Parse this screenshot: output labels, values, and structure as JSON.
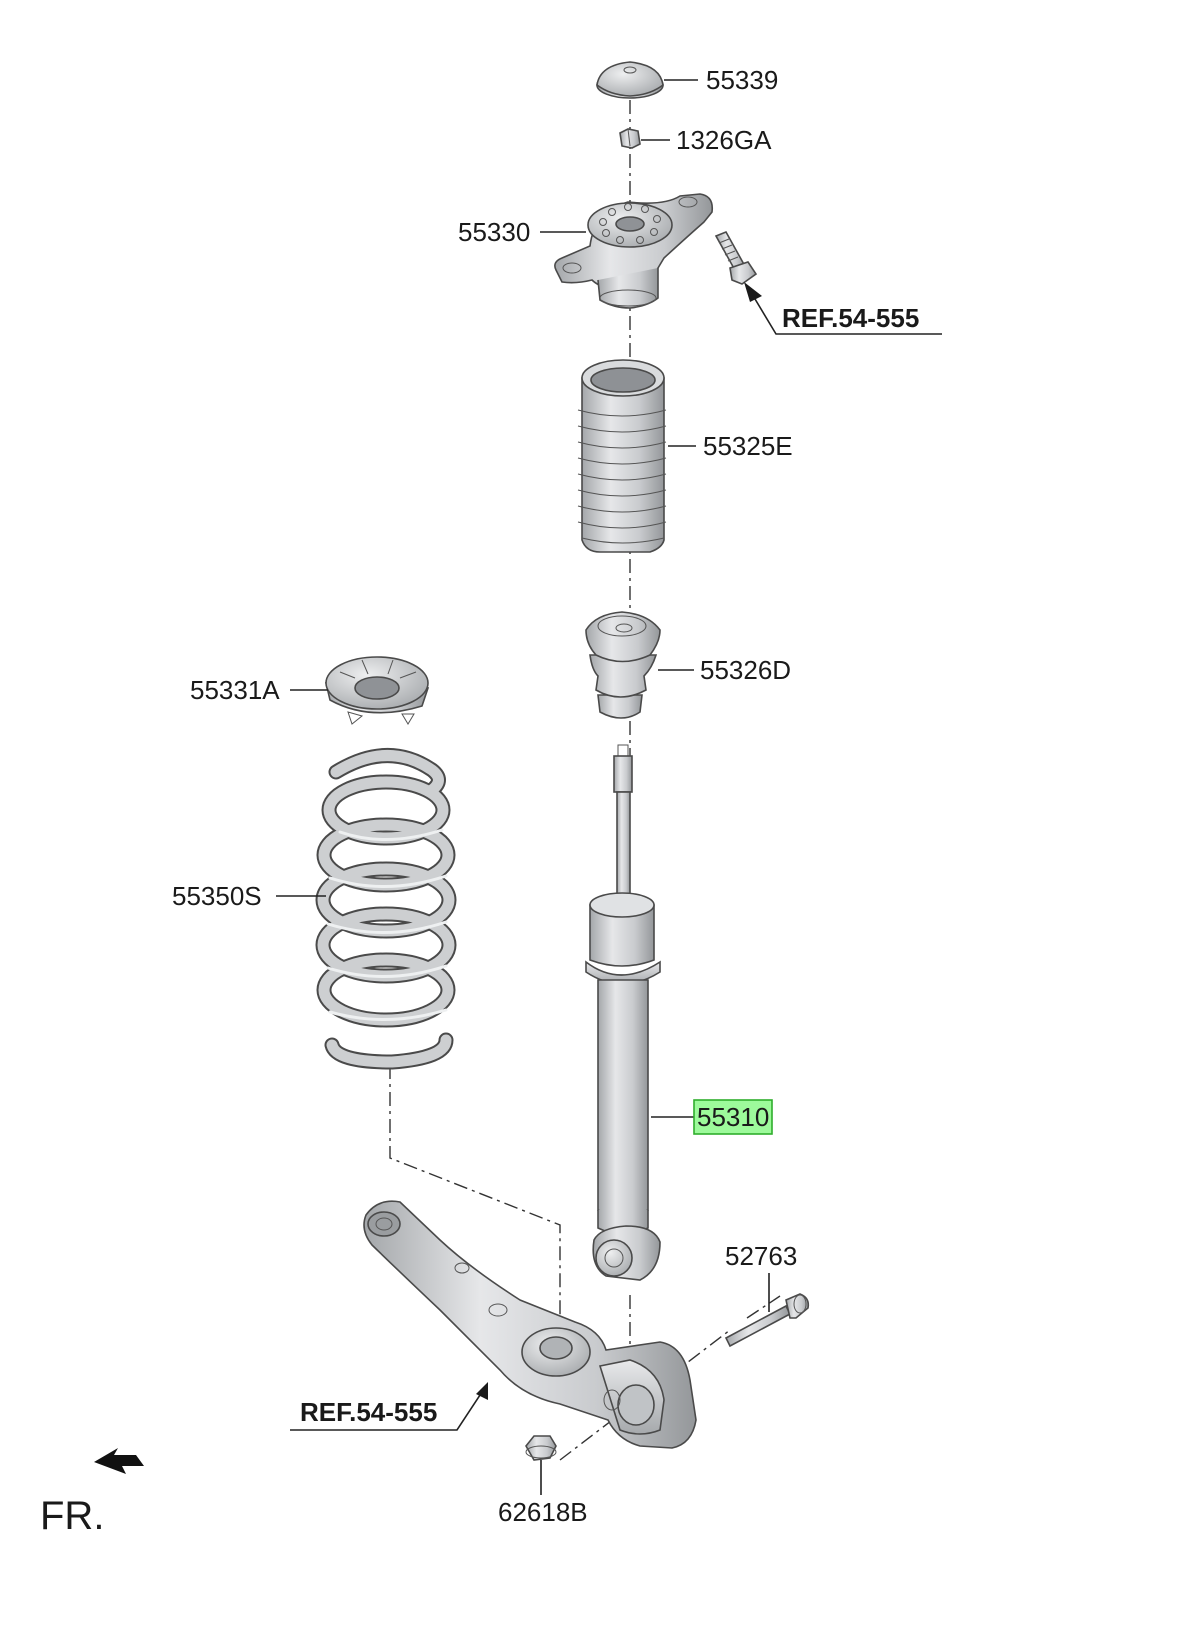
{
  "parts": {
    "cap": "55339",
    "nut": "1326GA",
    "mount": "55330",
    "bolt_ref": "REF.54-555",
    "dust_cover": "55325E",
    "bump_stopper": "55326D",
    "spring_pad": "55331A",
    "coil_spring": "55350S",
    "shock_absorber": "55310",
    "bolt": "52763",
    "arm_ref": "REF.54-555",
    "flange_nut": "62618B"
  },
  "direction": "FR.",
  "colors": {
    "part_fill": "#c8cacc",
    "part_light": "#e4e5e7",
    "part_dark": "#9ea1a4",
    "highlight": "#9dfa9b",
    "highlight_border": "#2fae2c"
  }
}
